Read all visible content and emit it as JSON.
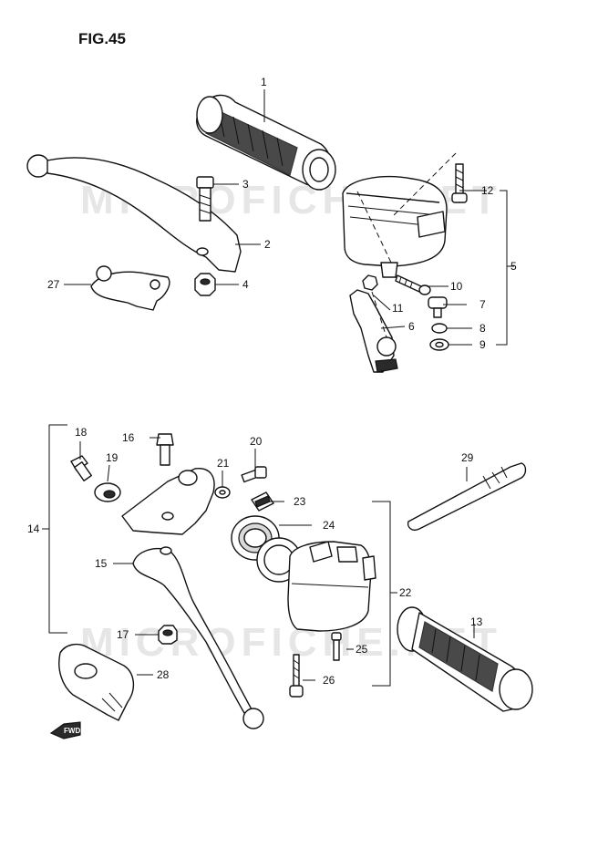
{
  "figure": {
    "title": "FIG.45",
    "watermark": "MICROFICHE.NET"
  },
  "callouts": [
    {
      "id": "1",
      "text": "1"
    },
    {
      "id": "2",
      "text": "2"
    },
    {
      "id": "3",
      "text": "3"
    },
    {
      "id": "4",
      "text": "4"
    },
    {
      "id": "5",
      "text": "5"
    },
    {
      "id": "6",
      "text": "6"
    },
    {
      "id": "7",
      "text": "7"
    },
    {
      "id": "8",
      "text": "8"
    },
    {
      "id": "9",
      "text": "9"
    },
    {
      "id": "10",
      "text": "10"
    },
    {
      "id": "11",
      "text": "11"
    },
    {
      "id": "12",
      "text": "12"
    },
    {
      "id": "13",
      "text": "13"
    },
    {
      "id": "14",
      "text": "14"
    },
    {
      "id": "15",
      "text": "15"
    },
    {
      "id": "16",
      "text": "16"
    },
    {
      "id": "17",
      "text": "17"
    },
    {
      "id": "18",
      "text": "18"
    },
    {
      "id": "19",
      "text": "19"
    },
    {
      "id": "20",
      "text": "20"
    },
    {
      "id": "21",
      "text": "21"
    },
    {
      "id": "22",
      "text": "22"
    },
    {
      "id": "23",
      "text": "23"
    },
    {
      "id": "24",
      "text": "24"
    },
    {
      "id": "25",
      "text": "25"
    },
    {
      "id": "26",
      "text": "26"
    },
    {
      "id": "27",
      "text": "27"
    },
    {
      "id": "28",
      "text": "28"
    },
    {
      "id": "29",
      "text": "29"
    }
  ],
  "direction_marker": "FWD"
}
